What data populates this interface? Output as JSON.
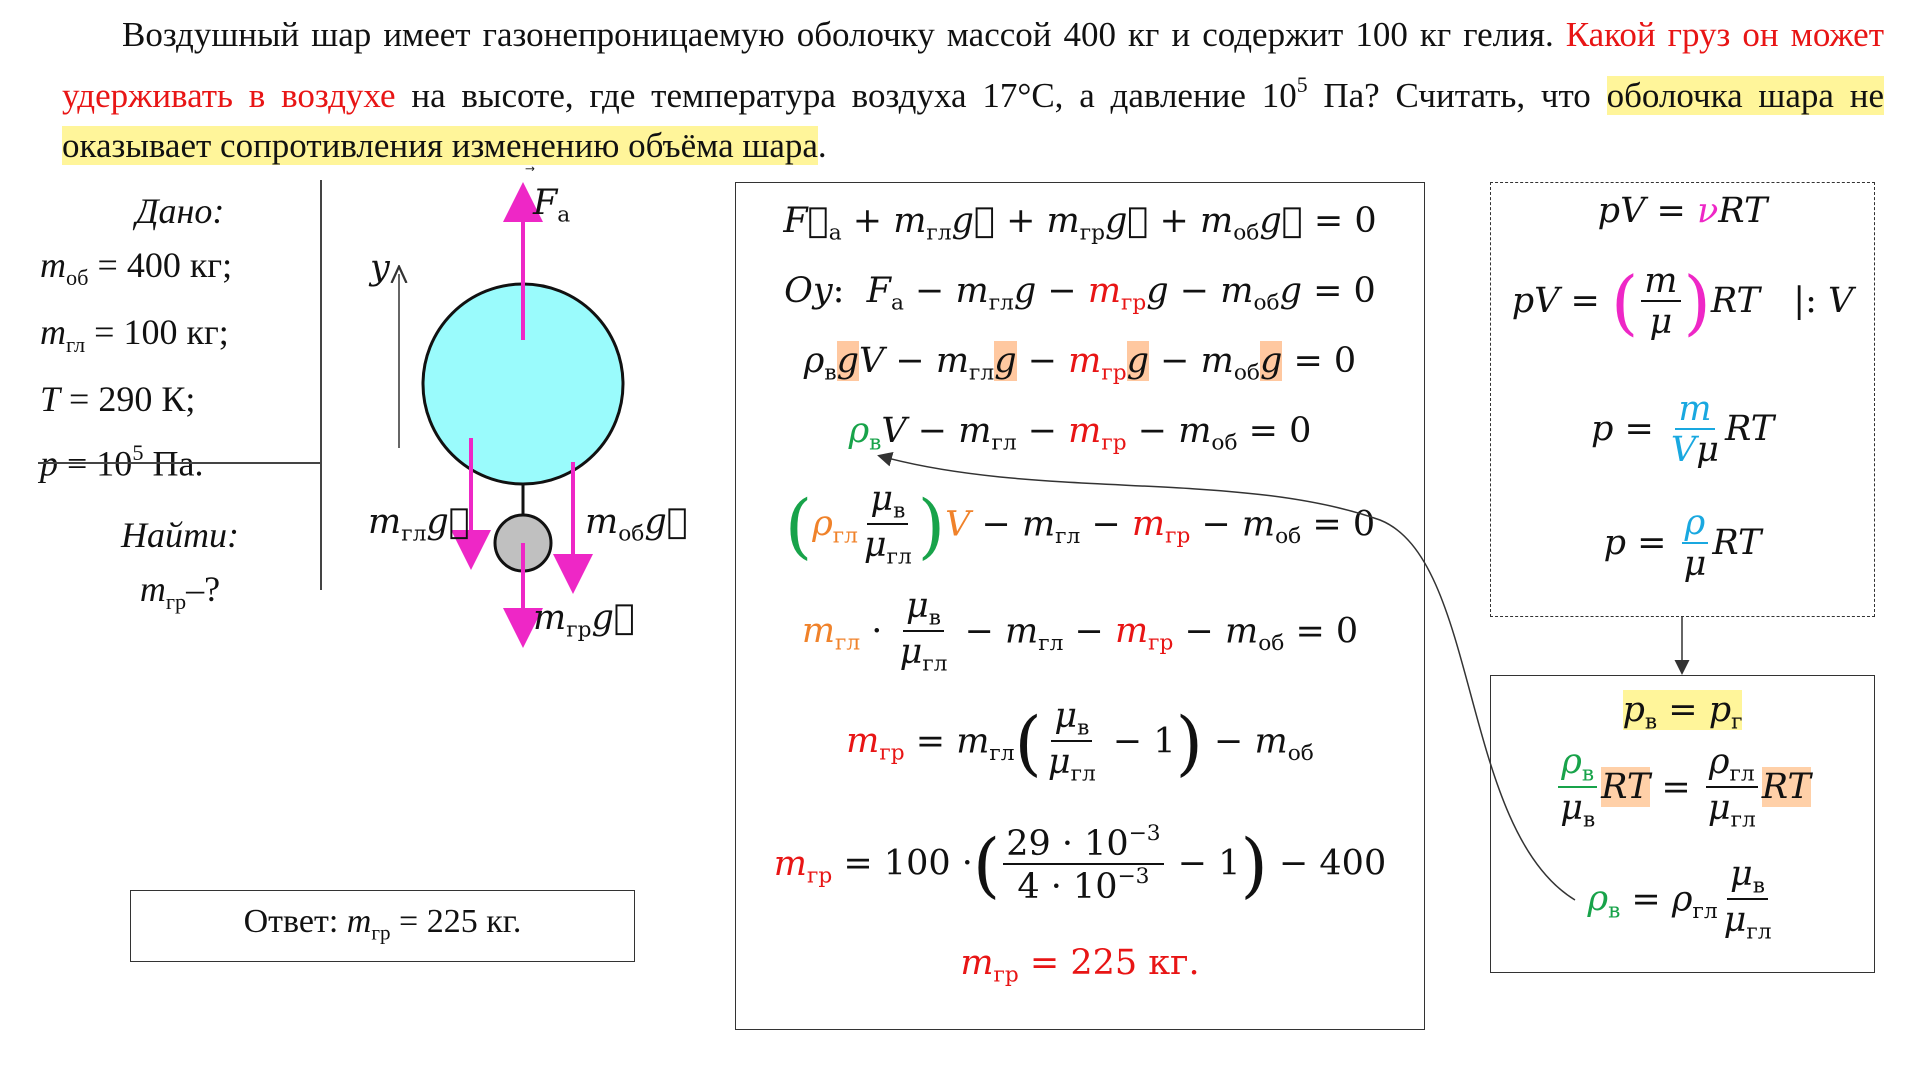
{
  "problem": {
    "part1": "Воздушный шар имеет газонепроницаемую оболочку массой 400 кг и содержит 100 кг гелия. ",
    "part2_red": "Какой груз он может удерживать в воздухе",
    "part3": " на высоте, где температура воздуха 17°С, а давление 10",
    "part3_sup": "5",
    "part4": " Па? Считать, что ",
    "part5_highlight": "оболочка шара не оказывает сопротивления изменению объёма шара",
    "part6": "."
  },
  "given": {
    "heading": "Дано:",
    "rows": [
      "= 400 кг;",
      "= 100 кг;",
      "= 290 К;",
      "= 10",
      "Па."
    ],
    "find_heading": "Найти:",
    "find": "–?"
  },
  "diagram": {
    "force_archimedes": "F",
    "axis": "y",
    "weight_he": "m",
    "weight_shell": "m",
    "weight_load": "m"
  },
  "answer": {
    "label": "Ответ:",
    "value": "= 225 кг."
  },
  "solution": {
    "line8_numbers": "= 100 ·",
    "line8_num": "29 · 10",
    "line8_den": "4 · 10",
    "line8_tail": "− 1",
    "line8_end": "− 400",
    "final": "= 225 кг."
  },
  "colors": {
    "force_arrow": "#ee27c6",
    "balloon": "#9afbfc",
    "load": "#c0c0c0",
    "red": "#e81515",
    "green": "#18a34a",
    "orange": "#f0822a",
    "blue": "#19a8e0"
  }
}
